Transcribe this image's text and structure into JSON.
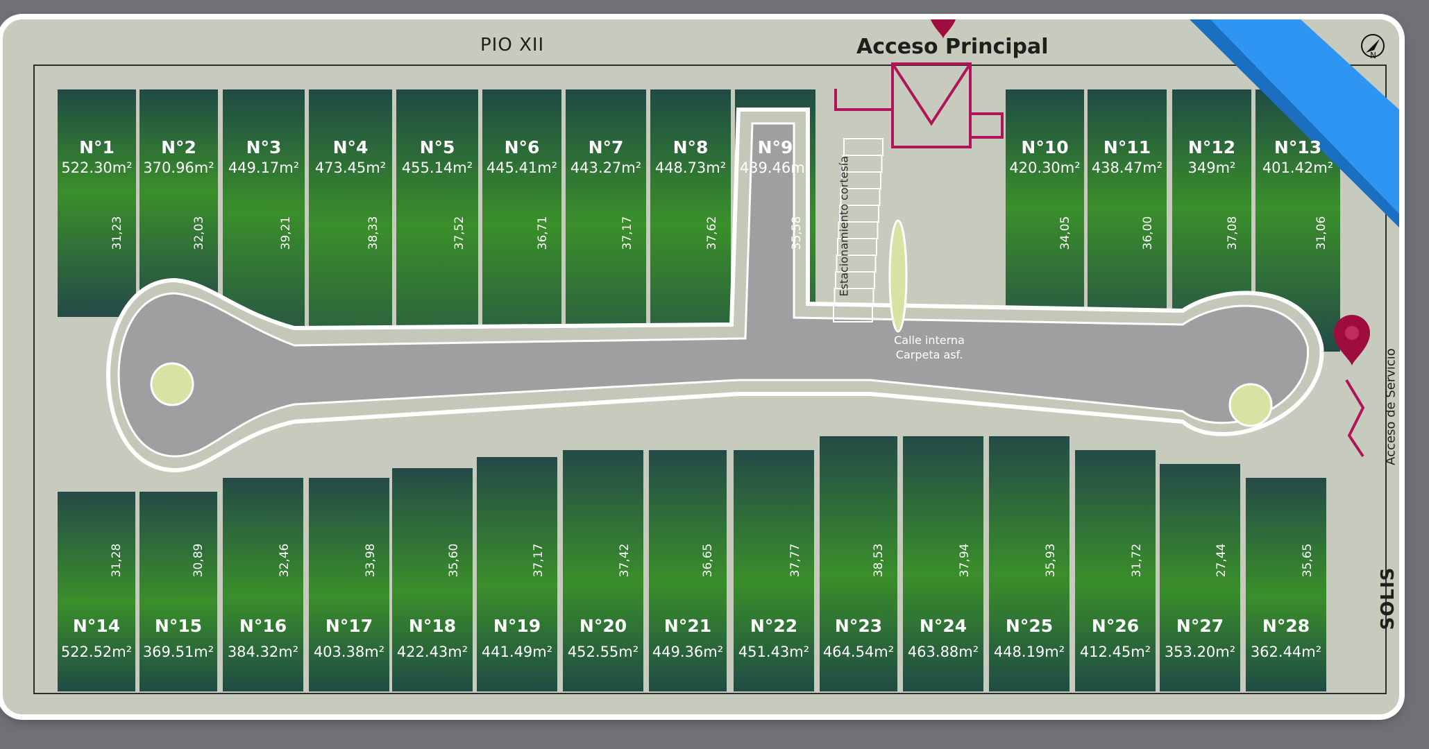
{
  "streets": {
    "north": "PIO XII",
    "east": "SOLIS"
  },
  "access": {
    "main": "Acceso Principal",
    "service": "Acceso de Servicio"
  },
  "parking_label": "Estacionamiento cortesía",
  "internal_road": {
    "line1": "Calle interna",
    "line2": "Carpeta asf."
  },
  "colors": {
    "lot_top": "#1f4a45",
    "lot_green": "#3a8f2a",
    "lot_bottom": "#244a48",
    "road": "#9d9fa0",
    "roundabout": "#d8e3a3",
    "pin": "#9e0d3d",
    "ribbon": "#2f95f2"
  },
  "lots_top": [
    {
      "num": "N°1",
      "area": "522.30m²",
      "front": "31,23"
    },
    {
      "num": "N°2",
      "area": "370.96m²",
      "front": "32,03"
    },
    {
      "num": "N°3",
      "area": "449.17m²",
      "front": "39,21"
    },
    {
      "num": "N°4",
      "area": "473.45m²",
      "front": "38,33"
    },
    {
      "num": "N°5",
      "area": "455.14m²",
      "front": "37,52"
    },
    {
      "num": "N°6",
      "area": "445.41m²",
      "front": "36,71"
    },
    {
      "num": "N°7",
      "area": "443.27m²",
      "front": "37,17"
    },
    {
      "num": "N°8",
      "area": "448.73m²",
      "front": "37,62"
    },
    {
      "num": "N°9",
      "area": "439.46m²",
      "front": "35,58"
    },
    {
      "num": "N°10",
      "area": "420.30m²",
      "front": "34,05"
    },
    {
      "num": "N°11",
      "area": "438.47m²",
      "front": "36,00"
    },
    {
      "num": "N°12",
      "area": "349m²",
      "front": "37,08"
    },
    {
      "num": "N°13",
      "area": "401.42m²",
      "front": "31,06"
    }
  ],
  "lots_bottom": [
    {
      "num": "N°14",
      "area": "522.52m²",
      "front": "31,28"
    },
    {
      "num": "N°15",
      "area": "369.51m²",
      "front": "30,89"
    },
    {
      "num": "N°16",
      "area": "384.32m²",
      "front": "32,46"
    },
    {
      "num": "N°17",
      "area": "403.38m²",
      "front": "33,98"
    },
    {
      "num": "N°18",
      "area": "422.43m²",
      "front": "35,60"
    },
    {
      "num": "N°19",
      "area": "441.49m²",
      "front": "37,17"
    },
    {
      "num": "N°20",
      "area": "452.55m²",
      "front": "37,42"
    },
    {
      "num": "N°21",
      "area": "449.36m²",
      "front": "36,65"
    },
    {
      "num": "N°22",
      "area": "451.43m²",
      "front": "37,77"
    },
    {
      "num": "N°23",
      "area": "464.54m²",
      "front": "38,53"
    },
    {
      "num": "N°24",
      "area": "463.88m²",
      "front": "37,94"
    },
    {
      "num": "N°25",
      "area": "448.19m²",
      "front": "35,93"
    },
    {
      "num": "N°26",
      "area": "412.45m²",
      "front": "31,72"
    },
    {
      "num": "N°27",
      "area": "353.20m²",
      "front": "27,44"
    },
    {
      "num": "N°28",
      "area": "362.44m²",
      "front": "35,65"
    }
  ]
}
